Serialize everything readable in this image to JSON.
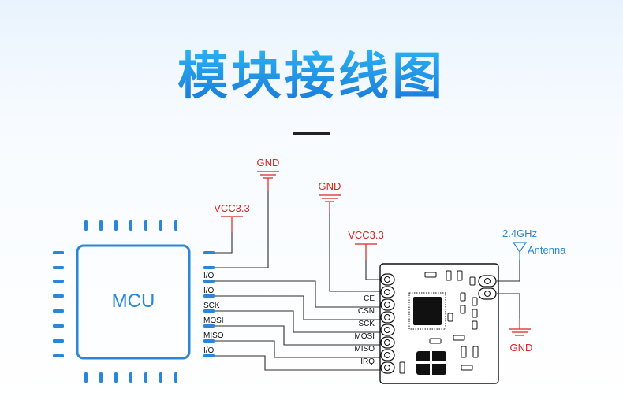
{
  "title": "模块接线图",
  "mcu": {
    "label": "MCU",
    "signals": [
      "I/O",
      "I/O",
      "SCK",
      "MOSI",
      "MISO",
      "I/O"
    ]
  },
  "power": {
    "gnd": "GND",
    "vcc": "VCC3.3"
  },
  "module": {
    "pins": [
      "CE",
      "CSN",
      "SCK",
      "MOSI",
      "MISO",
      "IRQ"
    ]
  },
  "antenna": {
    "freq": "2.4GHz",
    "label": "Antenna",
    "gnd": "GND"
  },
  "colors": {
    "accent": "#2a86d6",
    "power": "#dd2222",
    "wire": "#2b2b2b"
  }
}
